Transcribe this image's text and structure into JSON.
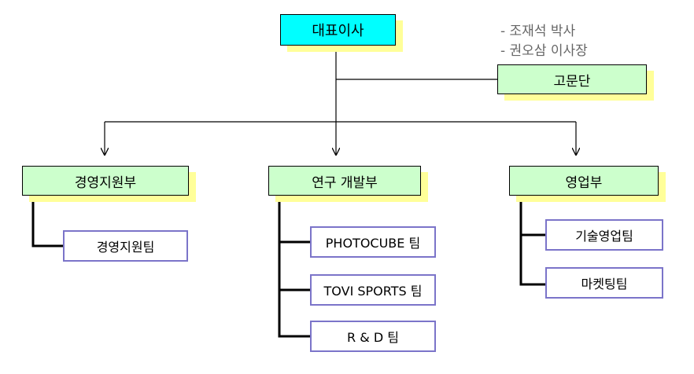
{
  "colors": {
    "ceo_fill": "#00ffff",
    "dept_fill": "#ccffcc",
    "shadow": "#ffff99",
    "team_border": "#7b74c9",
    "line": "#000000"
  },
  "ceo": {
    "label": "대표이사"
  },
  "advisory": {
    "label": "고문단",
    "members": [
      "- 조재석 박사",
      "- 권오삼 이사장"
    ]
  },
  "departments": [
    {
      "label": "경영지원부",
      "teams": [
        "경영지원팀"
      ]
    },
    {
      "label": "연구 개발부",
      "teams": [
        "PHOTOCUBE 팀",
        "TOVI SPORTS 팀",
        "R & D 팀"
      ]
    },
    {
      "label": "영업부",
      "teams": [
        "기술영업팀",
        "마켓팅팀"
      ]
    }
  ]
}
